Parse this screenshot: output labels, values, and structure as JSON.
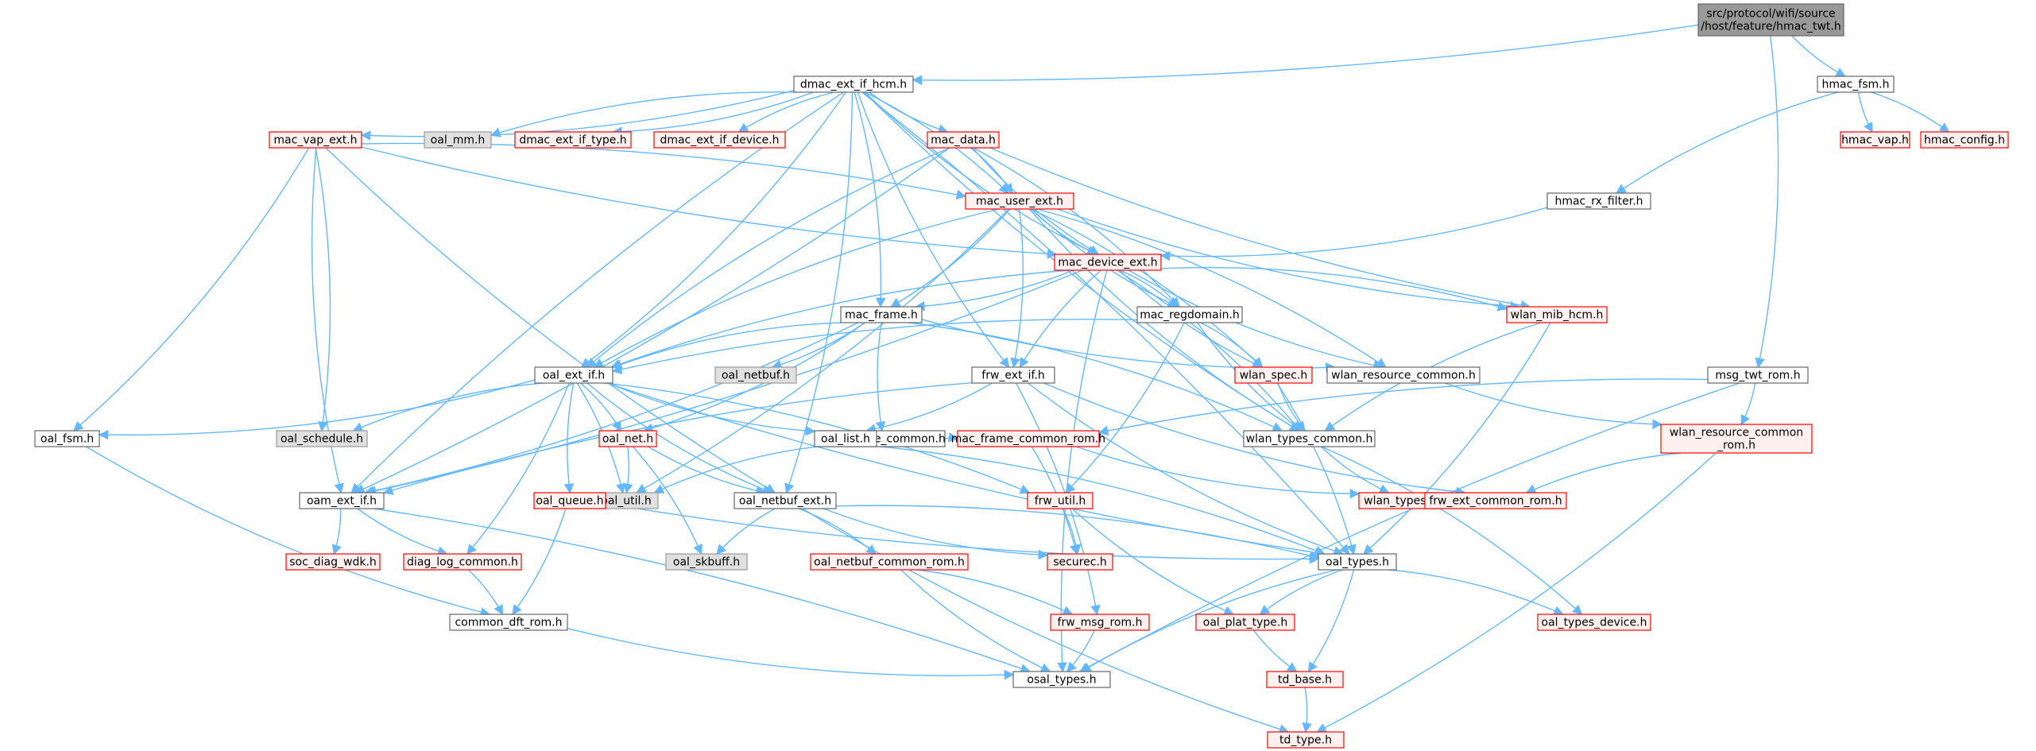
{
  "colors": {
    "edge": "#63b8ff",
    "normal_fill": "#ffffff",
    "normal_border": "#666666",
    "truncated_fill": "#fff0f0",
    "truncated_border": "#ff0000",
    "system_fill": "#e0e0e0",
    "system_border": "#999999",
    "root_fill": "#999999",
    "root_border": "#666666"
  },
  "nodes": [
    {
      "id": "root",
      "lines": [
        "src/protocol/wifi/source",
        "/host/feature/hmac_twt.h"
      ],
      "kind": "root"
    },
    {
      "id": "dmac_ext_if_hcm",
      "lines": [
        "dmac_ext_if_hcm.h"
      ],
      "kind": "normal"
    },
    {
      "id": "hmac_fsm",
      "lines": [
        "hmac_fsm.h"
      ],
      "kind": "normal"
    },
    {
      "id": "msg_twt_rom",
      "lines": [
        "msg_twt_rom.h"
      ],
      "kind": "normal"
    },
    {
      "id": "oam_ext_if",
      "lines": [
        "oam_ext_if.h"
      ],
      "kind": "normal"
    },
    {
      "id": "oal_ext_if",
      "lines": [
        "oal_ext_if.h"
      ],
      "kind": "normal"
    },
    {
      "id": "oal_mm",
      "lines": [
        "oal_mm.h"
      ],
      "kind": "system"
    },
    {
      "id": "dmac_ext_if_type",
      "lines": [
        "dmac_ext_if_type.h"
      ],
      "kind": "truncated"
    },
    {
      "id": "dmac_ext_if_device",
      "lines": [
        "dmac_ext_if_device.h"
      ],
      "kind": "truncated"
    },
    {
      "id": "mac_vap_ext",
      "lines": [
        "mac_vap_ext.h"
      ],
      "kind": "truncated"
    },
    {
      "id": "mac_data",
      "lines": [
        "mac_data.h"
      ],
      "kind": "truncated"
    },
    {
      "id": "mac_user_ext",
      "lines": [
        "mac_user_ext.h"
      ],
      "kind": "truncated"
    },
    {
      "id": "mac_device_ext",
      "lines": [
        "mac_device_ext.h"
      ],
      "kind": "truncated"
    },
    {
      "id": "mac_frame",
      "lines": [
        "mac_frame.h"
      ],
      "kind": "normal"
    },
    {
      "id": "frw_ext_if",
      "lines": [
        "frw_ext_if.h"
      ],
      "kind": "normal"
    },
    {
      "id": "oal_netbuf_ext",
      "lines": [
        "oal_netbuf_ext.h"
      ],
      "kind": "normal"
    },
    {
      "id": "wlan_types_common",
      "lines": [
        "wlan_types_common.h"
      ],
      "kind": "normal"
    },
    {
      "id": "oal_types",
      "lines": [
        "oal_types.h"
      ],
      "kind": "normal"
    },
    {
      "id": "hmac_vap",
      "lines": [
        "hmac_vap.h"
      ],
      "kind": "truncated"
    },
    {
      "id": "hmac_config",
      "lines": [
        "hmac_config.h"
      ],
      "kind": "truncated"
    },
    {
      "id": "hmac_rx_filter",
      "lines": [
        "hmac_rx_filter.h"
      ],
      "kind": "normal"
    },
    {
      "id": "mac_regdomain",
      "lines": [
        "mac_regdomain.h"
      ],
      "kind": "normal"
    },
    {
      "id": "wlan_mib_hcm",
      "lines": [
        "wlan_mib_hcm.h"
      ],
      "kind": "truncated"
    },
    {
      "id": "oal_netbuf",
      "lines": [
        "oal_netbuf.h"
      ],
      "kind": "system"
    },
    {
      "id": "wlan_spec",
      "lines": [
        "wlan_spec.h"
      ],
      "kind": "truncated"
    },
    {
      "id": "wlan_resource_common",
      "lines": [
        "wlan_resource_common.h"
      ],
      "kind": "normal"
    },
    {
      "id": "mac_frame_common",
      "lines": [
        "mac_frame_common.h"
      ],
      "kind": "normal"
    },
    {
      "id": "oal_fsm",
      "lines": [
        "oal_fsm.h"
      ],
      "kind": "normal"
    },
    {
      "id": "oal_schedule",
      "lines": [
        "oal_schedule.h"
      ],
      "kind": "system"
    },
    {
      "id": "oal_net",
      "lines": [
        "oal_net.h"
      ],
      "kind": "truncated"
    },
    {
      "id": "oal_list",
      "lines": [
        "oal_list.h"
      ],
      "kind": "normal"
    },
    {
      "id": "mac_frame_common_rom",
      "lines": [
        "mac_frame_common_rom.h"
      ],
      "kind": "truncated"
    },
    {
      "id": "wlan_resource_common_rom",
      "lines": [
        "wlan_resource_common",
        "_rom.h"
      ],
      "kind": "truncated"
    },
    {
      "id": "oal_util",
      "lines": [
        "oal_util.h"
      ],
      "kind": "system"
    },
    {
      "id": "oal_queue",
      "lines": [
        "oal_queue.h"
      ],
      "kind": "truncated"
    },
    {
      "id": "frw_util",
      "lines": [
        "frw_util.h"
      ],
      "kind": "truncated"
    },
    {
      "id": "wlan_types",
      "lines": [
        "wlan_types.h"
      ],
      "kind": "truncated"
    },
    {
      "id": "frw_ext_common_rom",
      "lines": [
        "frw_ext_common_rom.h"
      ],
      "kind": "truncated"
    },
    {
      "id": "soc_diag_wdk",
      "lines": [
        "soc_diag_wdk.h"
      ],
      "kind": "truncated"
    },
    {
      "id": "diag_log_common",
      "lines": [
        "diag_log_common.h"
      ],
      "kind": "truncated"
    },
    {
      "id": "oal_skbuff",
      "lines": [
        "oal_skbuff.h"
      ],
      "kind": "system"
    },
    {
      "id": "oal_netbuf_common_rom",
      "lines": [
        "oal_netbuf_common_rom.h"
      ],
      "kind": "truncated"
    },
    {
      "id": "securec",
      "lines": [
        "securec.h"
      ],
      "kind": "truncated"
    },
    {
      "id": "common_dft_rom",
      "lines": [
        "common_dft_rom.h"
      ],
      "kind": "normal"
    },
    {
      "id": "frw_msg_rom",
      "lines": [
        "frw_msg_rom.h"
      ],
      "kind": "truncated"
    },
    {
      "id": "oal_plat_type",
      "lines": [
        "oal_plat_type.h"
      ],
      "kind": "truncated"
    },
    {
      "id": "oal_types_device",
      "lines": [
        "oal_types_device.h"
      ],
      "kind": "truncated"
    },
    {
      "id": "osal_types",
      "lines": [
        "osal_types.h"
      ],
      "kind": "normal"
    },
    {
      "id": "td_base",
      "lines": [
        "td_base.h"
      ],
      "kind": "truncated"
    },
    {
      "id": "td_type",
      "lines": [
        "td_type.h"
      ],
      "kind": "truncated"
    }
  ],
  "edges": [
    [
      "root",
      "dmac_ext_if_hcm"
    ],
    [
      "root",
      "hmac_fsm"
    ],
    [
      "root",
      "msg_twt_rom"
    ],
    [
      "dmac_ext_if_hcm",
      "oam_ext_if"
    ],
    [
      "dmac_ext_if_hcm",
      "oal_ext_if"
    ],
    [
      "dmac_ext_if_hcm",
      "oal_mm"
    ],
    [
      "dmac_ext_if_hcm",
      "dmac_ext_if_type"
    ],
    [
      "dmac_ext_if_hcm",
      "dmac_ext_if_device"
    ],
    [
      "dmac_ext_if_hcm",
      "mac_vap_ext"
    ],
    [
      "dmac_ext_if_hcm",
      "mac_data"
    ],
    [
      "dmac_ext_if_hcm",
      "mac_user_ext"
    ],
    [
      "dmac_ext_if_hcm",
      "mac_device_ext"
    ],
    [
      "dmac_ext_if_hcm",
      "mac_frame"
    ],
    [
      "dmac_ext_if_hcm",
      "frw_ext_if"
    ],
    [
      "dmac_ext_if_hcm",
      "oal_netbuf_ext"
    ],
    [
      "dmac_ext_if_hcm",
      "wlan_types_common"
    ],
    [
      "dmac_ext_if_hcm",
      "oal_types"
    ],
    [
      "hmac_fsm",
      "hmac_vap"
    ],
    [
      "hmac_fsm",
      "hmac_config"
    ],
    [
      "hmac_fsm",
      "hmac_rx_filter"
    ],
    [
      "hmac_rx_filter",
      "mac_device_ext"
    ],
    [
      "msg_twt_rom",
      "mac_frame_common_rom"
    ],
    [
      "msg_twt_rom",
      "wlan_resource_common_rom"
    ],
    [
      "msg_twt_rom",
      "osal_types"
    ],
    [
      "mac_vap_ext",
      "oal_fsm"
    ],
    [
      "mac_vap_ext",
      "oam_ext_if"
    ],
    [
      "mac_vap_ext",
      "oal_schedule"
    ],
    [
      "mac_vap_ext",
      "oal_netbuf_ext"
    ],
    [
      "mac_vap_ext",
      "mac_user_ext"
    ],
    [
      "mac_vap_ext",
      "mac_device_ext"
    ],
    [
      "mac_data",
      "oam_ext_if"
    ],
    [
      "mac_data",
      "oal_ext_if"
    ],
    [
      "mac_data",
      "mac_user_ext"
    ],
    [
      "mac_data",
      "mac_device_ext"
    ],
    [
      "mac_data",
      "mac_regdomain"
    ],
    [
      "mac_data",
      "wlan_mib_hcm"
    ],
    [
      "mac_user_ext",
      "oal_util"
    ],
    [
      "mac_user_ext",
      "oal_ext_if"
    ],
    [
      "mac_user_ext",
      "mac_frame"
    ],
    [
      "mac_user_ext",
      "mac_device_ext"
    ],
    [
      "mac_user_ext",
      "frw_ext_if"
    ],
    [
      "mac_user_ext",
      "mac_regdomain"
    ],
    [
      "mac_user_ext",
      "wlan_spec"
    ],
    [
      "mac_user_ext",
      "wlan_mib_hcm"
    ],
    [
      "mac_user_ext",
      "wlan_resource_common"
    ],
    [
      "mac_user_ext",
      "wlan_types_common"
    ],
    [
      "mac_device_ext",
      "oam_ext_if"
    ],
    [
      "mac_device_ext",
      "oal_ext_if"
    ],
    [
      "mac_device_ext",
      "mac_frame"
    ],
    [
      "mac_device_ext",
      "frw_ext_if"
    ],
    [
      "mac_device_ext",
      "mac_regdomain"
    ],
    [
      "mac_device_ext",
      "wlan_spec"
    ],
    [
      "mac_device_ext",
      "wlan_mib_hcm"
    ],
    [
      "mac_device_ext",
      "wlan_resource_common"
    ],
    [
      "mac_device_ext",
      "wlan_types_common"
    ],
    [
      "mac_device_ext",
      "osal_types"
    ],
    [
      "mac_frame",
      "oam_ext_if"
    ],
    [
      "mac_frame",
      "oal_ext_if"
    ],
    [
      "mac_frame",
      "oal_netbuf"
    ],
    [
      "mac_frame",
      "mac_frame_common"
    ],
    [
      "mac_frame",
      "oal_net"
    ],
    [
      "mac_frame",
      "wlan_resource_common"
    ],
    [
      "mac_frame",
      "wlan_types_common"
    ],
    [
      "mac_regdomain",
      "oal_ext_if"
    ],
    [
      "mac_regdomain",
      "wlan_spec"
    ],
    [
      "mac_regdomain",
      "wlan_types_common"
    ],
    [
      "mac_regdomain",
      "frw_util"
    ],
    [
      "wlan_mib_hcm",
      "wlan_types_common"
    ],
    [
      "wlan_mib_hcm",
      "oal_types"
    ],
    [
      "wlan_spec",
      "wlan_types_common"
    ],
    [
      "wlan_spec",
      "oal_types"
    ],
    [
      "wlan_resource_common",
      "wlan_resource_common_rom"
    ],
    [
      "mac_frame_common",
      "mac_frame_common_rom"
    ],
    [
      "mac_frame_common_rom",
      "wlan_types"
    ],
    [
      "mac_frame_common_rom",
      "securec"
    ],
    [
      "wlan_resource_common_rom",
      "frw_ext_common_rom"
    ],
    [
      "wlan_resource_common_rom",
      "td_type"
    ],
    [
      "frw_ext_if",
      "oam_ext_if"
    ],
    [
      "frw_ext_if",
      "oal_list"
    ],
    [
      "frw_ext_if",
      "oal_types"
    ],
    [
      "frw_ext_if",
      "frw_msg_rom"
    ],
    [
      "frw_ext_if",
      "frw_ext_common_rom"
    ],
    [
      "oal_ext_if",
      "oal_fsm"
    ],
    [
      "oal_ext_if",
      "oal_schedule"
    ],
    [
      "oal_ext_if",
      "oal_net"
    ],
    [
      "oal_ext_if",
      "oal_list"
    ],
    [
      "oal_ext_if",
      "oal_util"
    ],
    [
      "oal_ext_if",
      "oal_queue"
    ],
    [
      "oal_ext_if",
      "diag_log_common"
    ],
    [
      "oal_ext_if",
      "oal_netbuf_ext"
    ],
    [
      "oal_ext_if",
      "frw_util"
    ],
    [
      "oal_ext_if",
      "oal_types"
    ],
    [
      "oal_net",
      "oal_util"
    ],
    [
      "oal_net",
      "oal_netbuf_ext"
    ],
    [
      "oal_net",
      "oal_skbuff"
    ],
    [
      "oal_list",
      "oal_util"
    ],
    [
      "oal_list",
      "oal_types"
    ],
    [
      "wlan_types_common",
      "wlan_types"
    ],
    [
      "wlan_types_common",
      "oal_types_device"
    ],
    [
      "oal_fsm",
      "common_dft_rom"
    ],
    [
      "oam_ext_if",
      "soc_diag_wdk"
    ],
    [
      "oam_ext_if",
      "diag_log_common"
    ],
    [
      "oam_ext_if",
      "osal_types"
    ],
    [
      "oal_queue",
      "oal_types"
    ],
    [
      "oal_queue",
      "common_dft_rom"
    ],
    [
      "oal_netbuf_ext",
      "oal_skbuff"
    ],
    [
      "oal_netbuf_ext",
      "oal_netbuf_common_rom"
    ],
    [
      "oal_netbuf_ext",
      "securec"
    ],
    [
      "oal_netbuf_ext",
      "oal_types"
    ],
    [
      "oal_netbuf_ext",
      "td_type"
    ],
    [
      "frw_util",
      "securec"
    ],
    [
      "frw_util",
      "oal_plat_type"
    ],
    [
      "diag_log_common",
      "common_dft_rom"
    ],
    [
      "common_dft_rom",
      "osal_types"
    ],
    [
      "oal_netbuf_common_rom",
      "frw_msg_rom"
    ],
    [
      "oal_netbuf_common_rom",
      "osal_types"
    ],
    [
      "frw_msg_rom",
      "osal_types"
    ],
    [
      "oal_types",
      "oal_plat_type"
    ],
    [
      "oal_types",
      "oal_types_device"
    ],
    [
      "oal_types",
      "osal_types"
    ],
    [
      "oal_types",
      "td_base"
    ],
    [
      "oal_plat_type",
      "td_base"
    ],
    [
      "td_base",
      "td_type"
    ]
  ]
}
